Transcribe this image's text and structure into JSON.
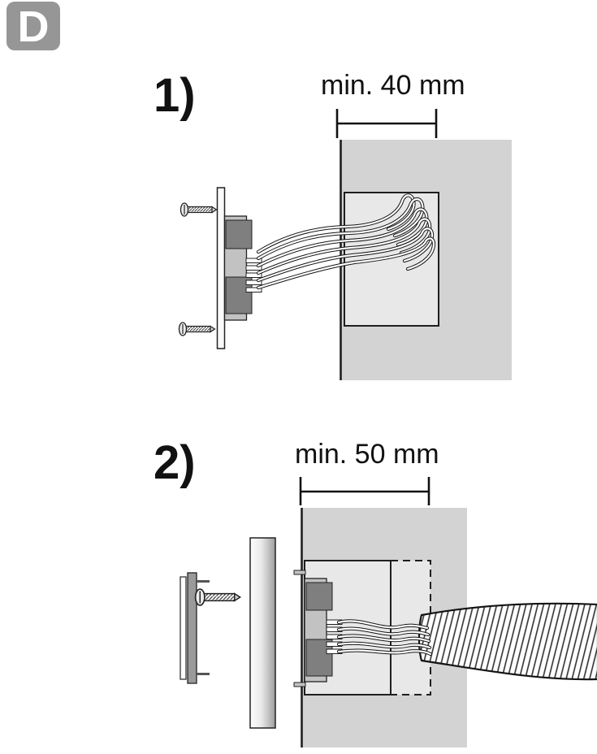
{
  "badge": {
    "label": "D"
  },
  "figures": [
    {
      "number_label": "1)",
      "dimension_label": "min. 40 mm"
    },
    {
      "number_label": "2)",
      "dimension_label": "min. 50 mm"
    }
  ],
  "colors": {
    "badge_background": "#969696",
    "wall": "#d3d3d3",
    "recess": "#e8e8e8",
    "outline": "#1a1a1a"
  }
}
